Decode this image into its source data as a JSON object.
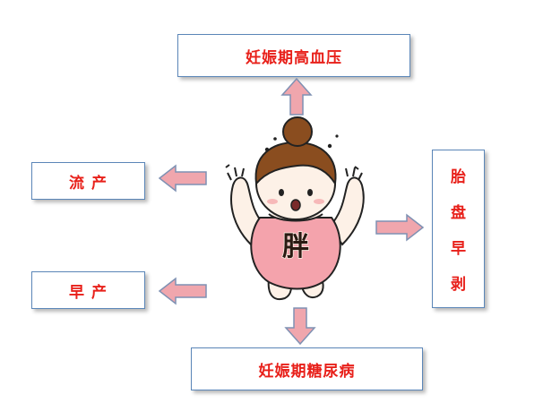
{
  "diagram": {
    "center_badge": "胖",
    "boxes": {
      "top": "妊娠期高血压",
      "left_upper": "流 产",
      "left_lower": "早 产",
      "bottom": "妊娠期糖尿病",
      "right_chars": [
        "胎",
        "盘",
        "早",
        "剥"
      ]
    }
  },
  "colors": {
    "label_red": "#e8201a",
    "box_border": "#5b86b8",
    "arrow_fill": "#f0a6ad",
    "arrow_stroke": "#7f91b3",
    "body_pink": "#f4a3ac",
    "hair_brown": "#8a4d1f"
  }
}
